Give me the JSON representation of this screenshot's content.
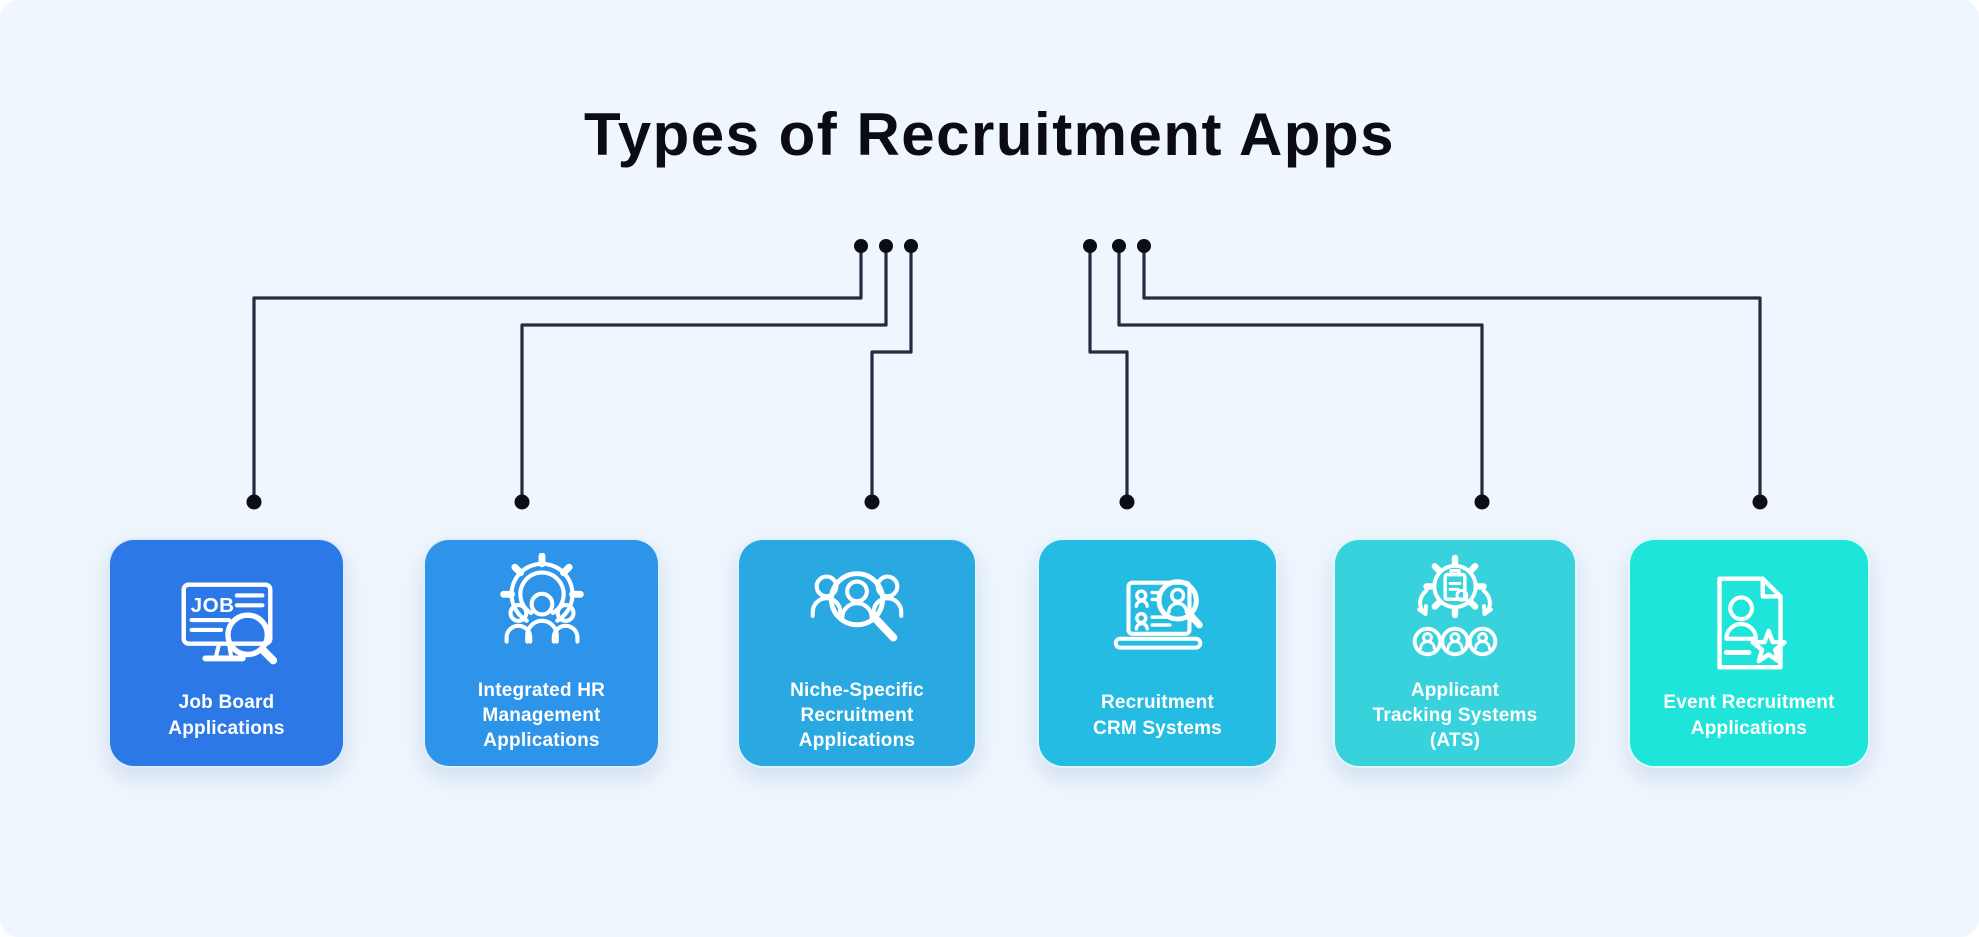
{
  "title": "Types of Recruitment Apps",
  "theme": {
    "background": "#eff6fd",
    "title_color": "#0b0b12",
    "connector_color": "#212d40",
    "dot_color": "#0a0d12",
    "card_text_color": "#ffffff",
    "card_border_color": "rgba(255,255,255,0.85)"
  },
  "cards": [
    {
      "label": "Job Board\nApplications",
      "color": "#2b78e6",
      "icon": "job-board-monitor-search-icon",
      "icon_text": "JOB"
    },
    {
      "label": "Integrated HR\nManagement\nApplications",
      "color": "#2e94e9",
      "icon": "gear-people-icon"
    },
    {
      "label": "Niche-Specific\nRecruitment\nApplications",
      "color": "#29a8e1",
      "icon": "people-magnifier-icon"
    },
    {
      "label": "Recruitment\nCRM Systems",
      "color": "#25bce3",
      "icon": "laptop-candidate-search-icon"
    },
    {
      "label": "Applicant\nTracking Systems\n(ATS)",
      "color": "#38d2dc",
      "icon": "gear-clipboard-candidates-icon"
    },
    {
      "label": "Event Recruitment\nApplications",
      "color": "#1fe4da",
      "icon": "resume-star-icon"
    }
  ]
}
